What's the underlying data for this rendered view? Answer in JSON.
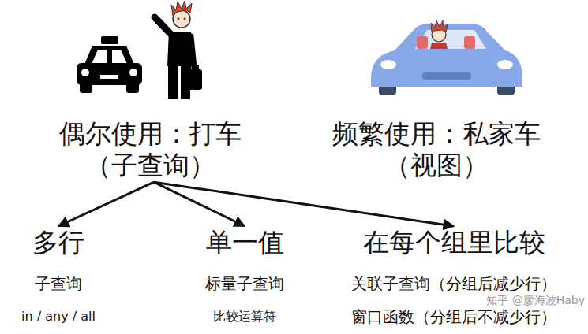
{
  "diagram": {
    "nodes": [
      {
        "text": [
          "偶尔使用：打车",
          "（子查询）"
        ]
      },
      {
        "text": [
          "频繁使用：私家车",
          "（视图）"
        ]
      },
      {
        "text": [
          "多行",
          "子查询",
          "in / any / all"
        ]
      },
      {
        "text": [
          "单一值",
          "标量子查询",
          "比较运算符"
        ]
      },
      {
        "text": [
          "在每个组里比较",
          "关联子查询（分组后减少行）",
          "窗口函数（分组后不减少行）"
        ]
      }
    ],
    "edges": [
      {
        "from": 0,
        "to": 2,
        "arrow": "to"
      },
      {
        "from": 0,
        "to": 3,
        "arrow": "to"
      },
      {
        "from": 0,
        "to": 4,
        "arrow": "to"
      }
    ],
    "labels": [
      "知乎 @廖海波Haby"
    ]
  }
}
